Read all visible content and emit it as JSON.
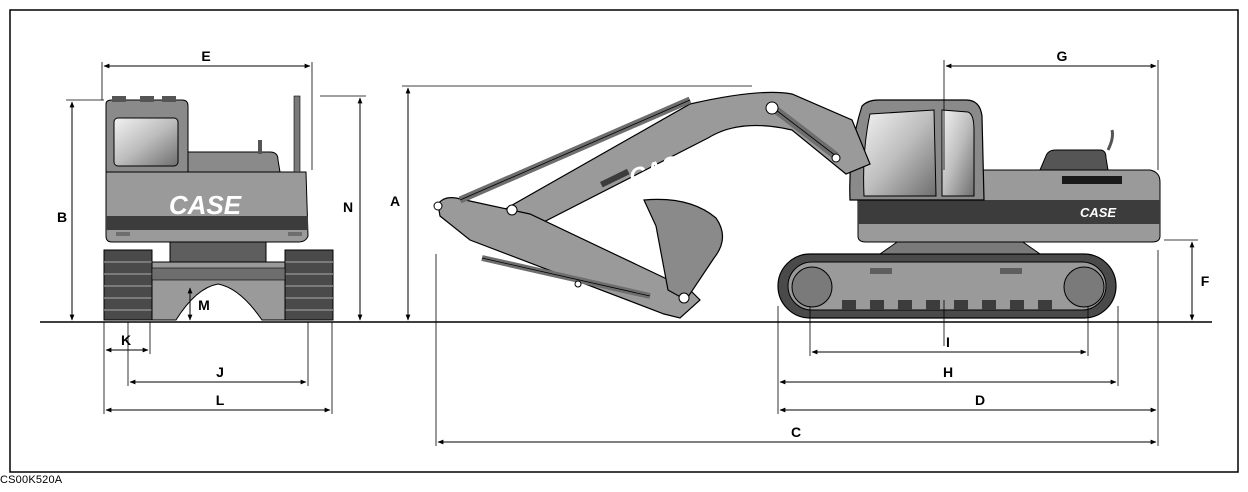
{
  "brand": "CASE",
  "figure_code": "CS00K520A",
  "dimension_labels": {
    "A": "A",
    "B": "B",
    "C": "C",
    "D": "D",
    "E": "E",
    "F": "F",
    "G": "G",
    "H": "H",
    "I": "I",
    "J": "J",
    "K": "K",
    "L": "L",
    "M": "M",
    "N": "N"
  },
  "colors": {
    "body": "#9a9a9a",
    "body_dark": "#6e6e6e",
    "stripe": "#3c3c3c",
    "track": "#4a4a4a",
    "glass": "#cfcfcf",
    "outline": "#000000"
  }
}
